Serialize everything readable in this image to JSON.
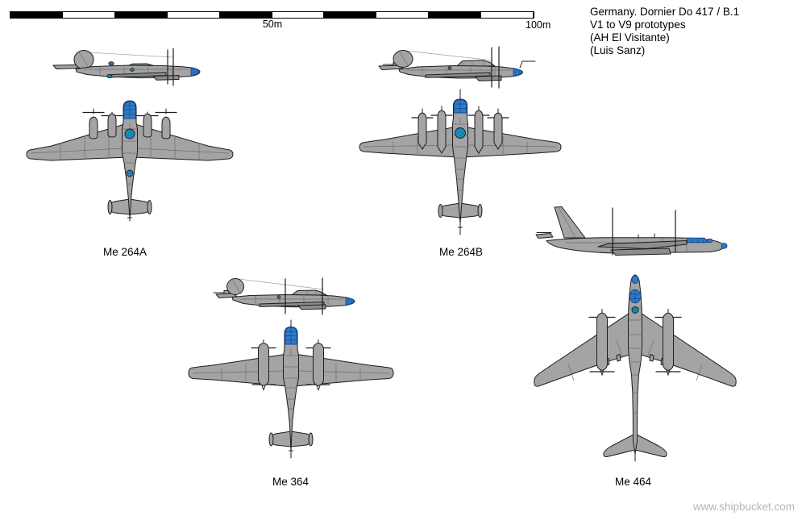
{
  "scale_bar": {
    "label_mid": "50m",
    "label_end": "100m",
    "segment_count": 10
  },
  "title_block": {
    "line1": "Germany. Dornier Do 417 / B.1",
    "line2": "V1 to V9 prototypes",
    "line3": "(AH El Visitante)",
    "line4": "(Luis Sanz)"
  },
  "aircraft": {
    "me264a": {
      "label": "Me 264A",
      "views": "side and top view"
    },
    "me264b": {
      "label": "Me 264B",
      "views": "side and top view"
    },
    "me364": {
      "label": "Me 364",
      "views": "side and top view"
    },
    "me464": {
      "label": "Me 464",
      "views": "side and top view"
    }
  },
  "watermark": {
    "text": "www.shipbucket.com"
  },
  "colors": {
    "body_gray": "#a4a4a4",
    "body_gray_dark": "#8d8d8d",
    "outline": "#1d1d1d",
    "panel_gray": "#6e6e6e",
    "glazing_blue": "#2e7bc9",
    "glazing_frame": "#164a8c",
    "turret_blue": "#1787b5",
    "wire_gray": "#a9a9a9",
    "watermark_gray": "#b5b5b5",
    "bar_black": "#000000",
    "page_bg": "#ffffff"
  }
}
